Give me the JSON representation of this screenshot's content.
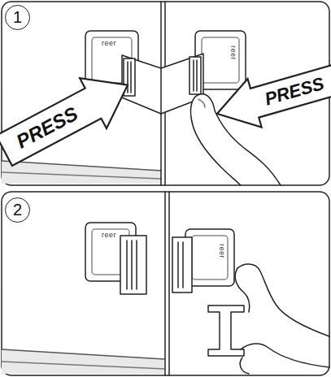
{
  "diagram": {
    "nodes": [
      {
        "text": [
          "1"
        ]
      },
      {
        "text": [
          "PRESS"
        ]
      },
      {
        "text": [
          "PRESS"
        ]
      },
      {
        "text": [
          "2"
        ]
      }
    ],
    "labels": [
      "reer",
      "reer",
      "reer",
      "reer"
    ]
  }
}
